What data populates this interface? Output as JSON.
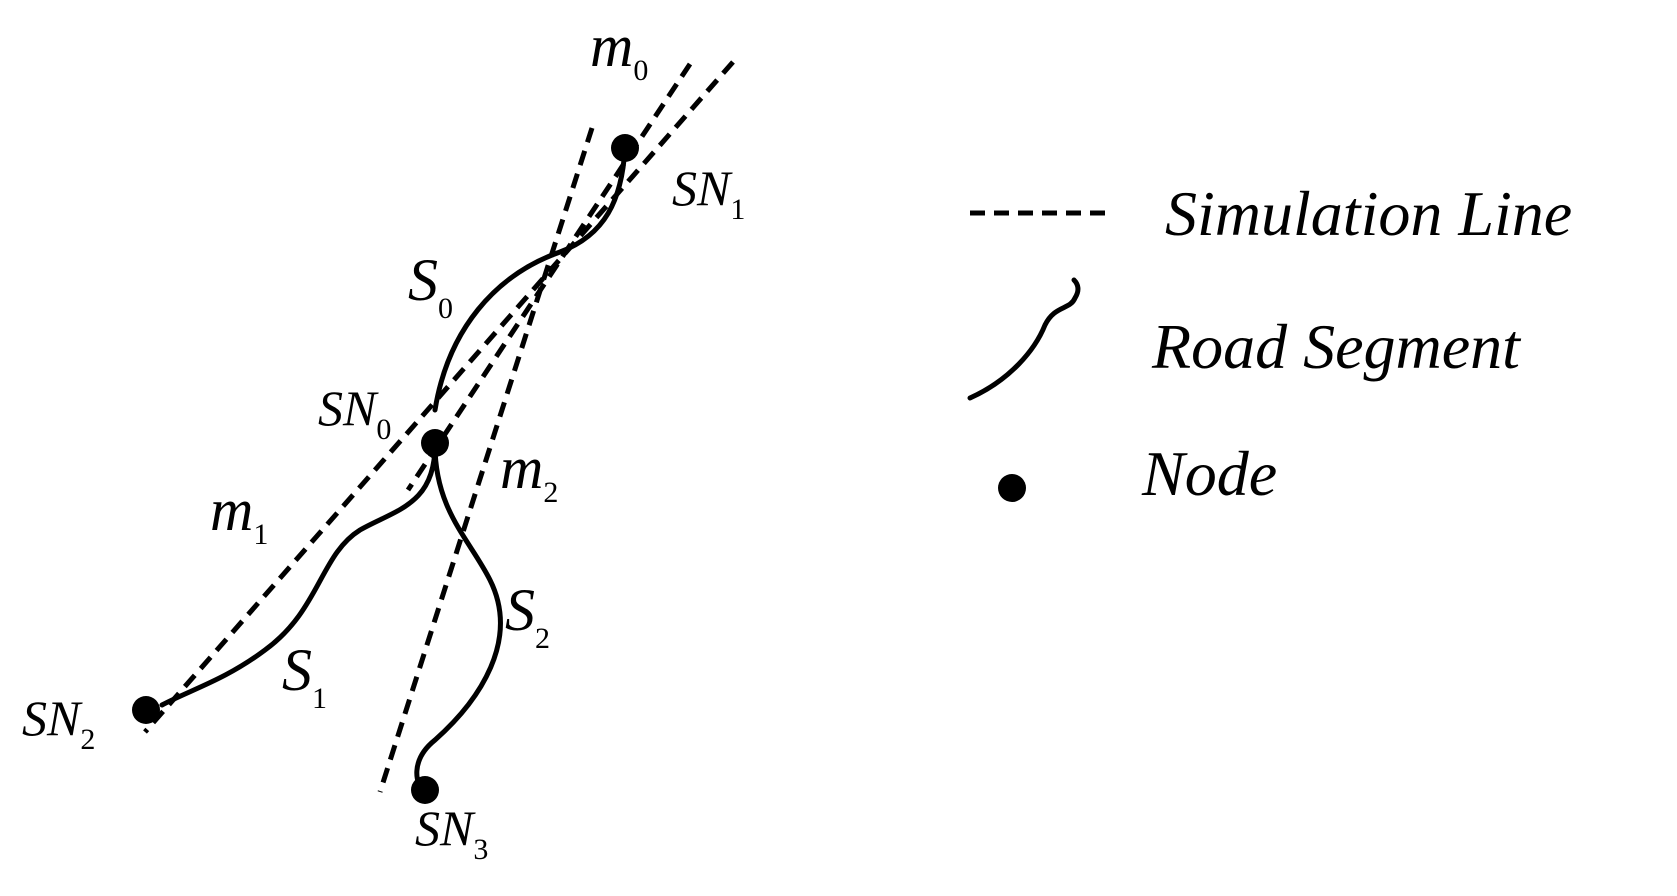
{
  "labels": {
    "m0": {
      "main": "m",
      "sub": "0"
    },
    "m1": {
      "main": "m",
      "sub": "1"
    },
    "m2": {
      "main": "m",
      "sub": "2"
    },
    "S0": {
      "main": "S",
      "sub": "0"
    },
    "S1": {
      "main": "S",
      "sub": "1"
    },
    "S2": {
      "main": "S",
      "sub": "2"
    },
    "SN0": {
      "main": "SN",
      "sub": "0"
    },
    "SN1": {
      "main": "SN",
      "sub": "1"
    },
    "SN2": {
      "main": "SN",
      "sub": "2"
    },
    "SN3": {
      "main": "SN",
      "sub": "3"
    }
  },
  "legend": {
    "simulation_line": "Simulation  Line",
    "road_segment": "Road Segment",
    "node": "Node"
  },
  "colors": {
    "stroke": "#000000",
    "background": "#ffffff"
  }
}
